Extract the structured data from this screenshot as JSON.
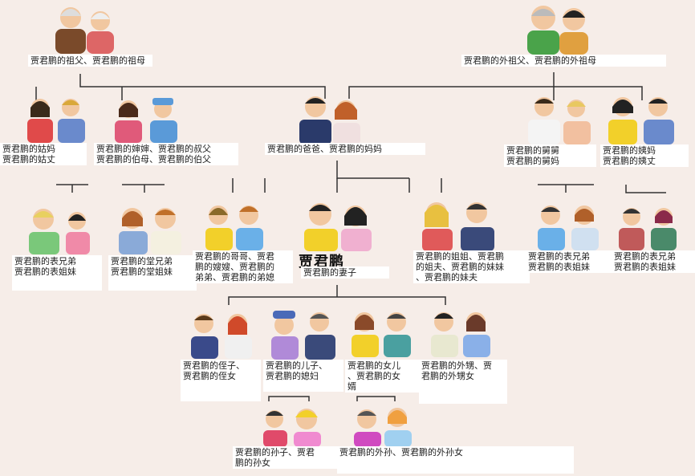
{
  "colors": {
    "background": "#f6ede8",
    "line": "#333333",
    "label_bg": "#ffffff"
  },
  "center": {
    "name": "贾君鹏"
  },
  "labels": {
    "grandparents": "贾君鹏的祖父、贾君鹏的祖母",
    "maternal_grandparents": "贾君鹏的外祖父、贾君鹏的外祖母",
    "aunt_paternal": "贾君鹏的姑妈\n贾君鹏的姑丈",
    "uncles_paternal": "贾君鹏的婶婶、贾君鹏的叔父\n贾君鹏的伯母、贾君鹏的伯父",
    "parents": "贾君鹏的爸爸、贾君鹏的妈妈",
    "uncle_maternal": "贾君鹏的舅舅\n贾君鹏的舅妈",
    "aunt_maternal": "贾君鹏的姨妈\n贾君鹏的姨丈",
    "cousins_aunt_paternal": "贾君鹏的表兄弟\n贾君鹏的表姐妹",
    "cousins_uncles_paternal": "贾君鹏的堂兄弟\n贾君鹏的堂姐妹",
    "brothers": "贾君鹏的哥哥、贾君\n鹏的嫂嫂、贾君鹏的\n弟弟、贾君鹏的弟媳",
    "wife": "贾君鹏的妻子",
    "sisters": "贾君鹏的姐姐、贾君鹏\n的姐夫、贾君鹏的妹妹\n、贾君鹏的妹夫",
    "cousins_uncle_maternal": "贾君鹏的表兄弟\n贾君鹏的表姐妹",
    "cousins_aunt_maternal": "贾君鹏的表兄弟\n贾君鹏的表姐妹",
    "nephew_niece": "贾君鹏的侄子、\n贾君鹏的侄女",
    "son": "贾君鹏的儿子、\n贾君鹏的媳妇",
    "daughter": "贾君鹏的女儿\n、贾君鹏的女\n婿",
    "sister_children": "贾君鹏的外甥、贾\n君鹏的外甥女",
    "grandchildren": "贾君鹏的孙子、贾君\n鹏的孙女",
    "grandchildren_daughter": "贾君鹏的外孙、贾君鹏的外孙女"
  }
}
